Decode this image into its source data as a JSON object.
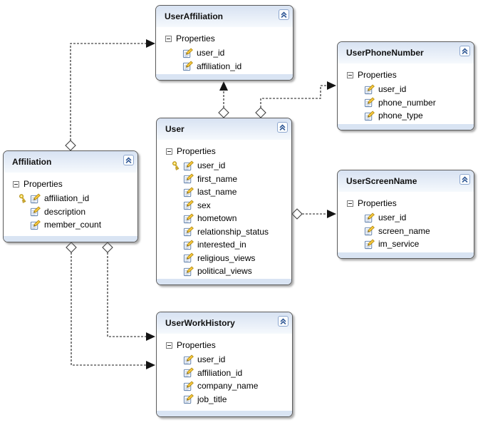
{
  "strings": {
    "properties_label": "Properties"
  },
  "colors": {
    "header_top": "#d7e2f2",
    "header_bottom": "#f5f9fd",
    "footer": "#d9e4f3",
    "entity_border": "#5a5a5a",
    "accent_blue": "#2e5694",
    "icon_gold": "#f6c73f",
    "connector": "#1a1a1a"
  },
  "icons": {
    "collapse": "chevron-double-up-icon",
    "expander": "minus-square-icon",
    "property": "property-icon",
    "primary_key": "key-icon"
  },
  "entities": [
    {
      "id": "useraffiliation",
      "name": "UserAffiliation",
      "properties": [
        {
          "label": "user_id",
          "key": false
        },
        {
          "label": "affiliation_id",
          "key": false
        }
      ]
    },
    {
      "id": "userphonenumber",
      "name": "UserPhoneNumber",
      "properties": [
        {
          "label": "user_id",
          "key": false
        },
        {
          "label": "phone_number",
          "key": false
        },
        {
          "label": "phone_type",
          "key": false
        }
      ]
    },
    {
      "id": "user",
      "name": "User",
      "properties": [
        {
          "label": "user_id",
          "key": true
        },
        {
          "label": "first_name",
          "key": false
        },
        {
          "label": "last_name",
          "key": false
        },
        {
          "label": "sex",
          "key": false
        },
        {
          "label": "hometown",
          "key": false
        },
        {
          "label": "relationship_status",
          "key": false
        },
        {
          "label": "interested_in",
          "key": false
        },
        {
          "label": "religious_views",
          "key": false
        },
        {
          "label": "political_views",
          "key": false
        }
      ]
    },
    {
      "id": "userscreenname",
      "name": "UserScreenName",
      "properties": [
        {
          "label": "user_id",
          "key": false
        },
        {
          "label": "screen_name",
          "key": false
        },
        {
          "label": "im_service",
          "key": false
        }
      ]
    },
    {
      "id": "affiliation",
      "name": "Affiliation",
      "properties": [
        {
          "label": "affiliation_id",
          "key": true
        },
        {
          "label": "description",
          "key": false
        },
        {
          "label": "member_count",
          "key": false
        }
      ]
    },
    {
      "id": "userworkhistory",
      "name": "UserWorkHistory",
      "properties": [
        {
          "label": "user_id",
          "key": false
        },
        {
          "label": "affiliation_id",
          "key": false
        },
        {
          "label": "company_name",
          "key": false
        },
        {
          "label": "job_title",
          "key": false
        }
      ]
    }
  ],
  "connections": [
    {
      "from": "Affiliation",
      "to": "UserAffiliation"
    },
    {
      "from": "User",
      "to": "UserAffiliation"
    },
    {
      "from": "User",
      "to": "UserPhoneNumber"
    },
    {
      "from": "User",
      "to": "UserScreenName"
    },
    {
      "from": "Affiliation",
      "to": "UserWorkHistory"
    },
    {
      "from": "Affiliation",
      "to": "UserWorkHistory"
    }
  ]
}
